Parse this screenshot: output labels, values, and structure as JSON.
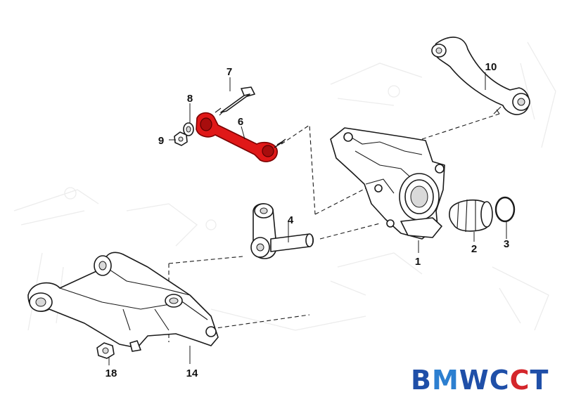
{
  "diagram": {
    "callouts": [
      {
        "id": "part-1",
        "label": "1"
      },
      {
        "id": "part-2",
        "label": "2"
      },
      {
        "id": "part-3",
        "label": "3"
      },
      {
        "id": "part-4",
        "label": "4"
      },
      {
        "id": "part-6",
        "label": "6"
      },
      {
        "id": "part-7",
        "label": "7"
      },
      {
        "id": "part-8",
        "label": "8"
      },
      {
        "id": "part-9",
        "label": "9"
      },
      {
        "id": "part-10",
        "label": "10"
      },
      {
        "id": "part-14",
        "label": "14"
      },
      {
        "id": "part-18",
        "label": "18"
      }
    ],
    "highlighted_part": "6",
    "highlight_color": "#e01818"
  },
  "logo": {
    "text": "BMWCCT",
    "letters": [
      {
        "char": "B",
        "color": "#1f4fa8"
      },
      {
        "char": "M",
        "color": "#2c7fd0"
      },
      {
        "char": "W",
        "color": "#1f4fa8"
      },
      {
        "char": "C",
        "color": "#1f4fa8"
      },
      {
        "char": "C",
        "color": "#d4262b"
      },
      {
        "char": "T",
        "color": "#1f4fa8"
      }
    ]
  }
}
